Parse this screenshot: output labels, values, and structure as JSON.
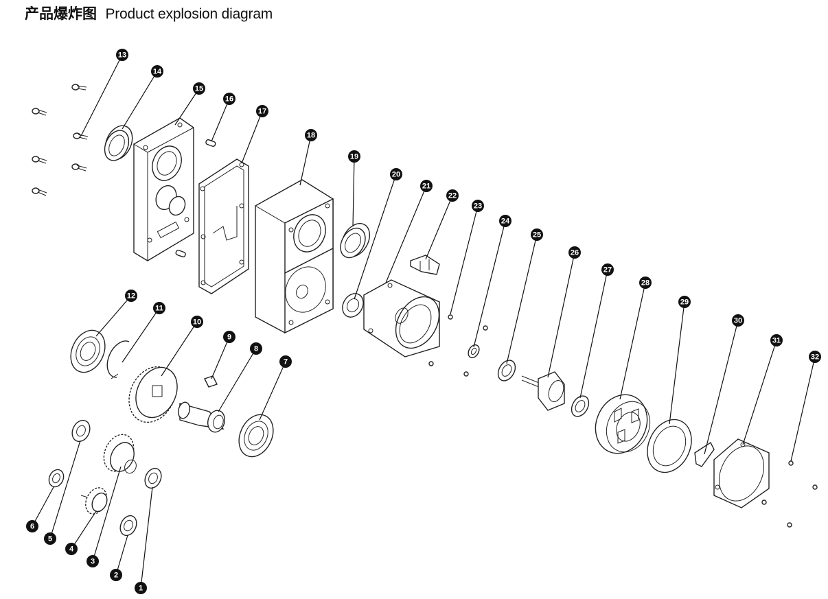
{
  "header": {
    "title_cn": "产品爆炸图",
    "title_en": "Product explosion diagram"
  },
  "callouts": [
    {
      "label": "1"
    },
    {
      "label": "2"
    },
    {
      "label": "3"
    },
    {
      "label": "4"
    },
    {
      "label": "5"
    },
    {
      "label": "6"
    },
    {
      "label": "7"
    },
    {
      "label": "8"
    },
    {
      "label": "9"
    },
    {
      "label": "10"
    },
    {
      "label": "11"
    },
    {
      "label": "12"
    },
    {
      "label": "13"
    },
    {
      "label": "14"
    },
    {
      "label": "15"
    },
    {
      "label": "16"
    },
    {
      "label": "17"
    },
    {
      "label": "18"
    },
    {
      "label": "19"
    },
    {
      "label": "20"
    },
    {
      "label": "21"
    },
    {
      "label": "22"
    },
    {
      "label": "23"
    },
    {
      "label": "24"
    },
    {
      "label": "25"
    },
    {
      "label": "26"
    },
    {
      "label": "27"
    },
    {
      "label": "28"
    },
    {
      "label": "29"
    },
    {
      "label": "30"
    },
    {
      "label": "31"
    },
    {
      "label": "32"
    }
  ]
}
